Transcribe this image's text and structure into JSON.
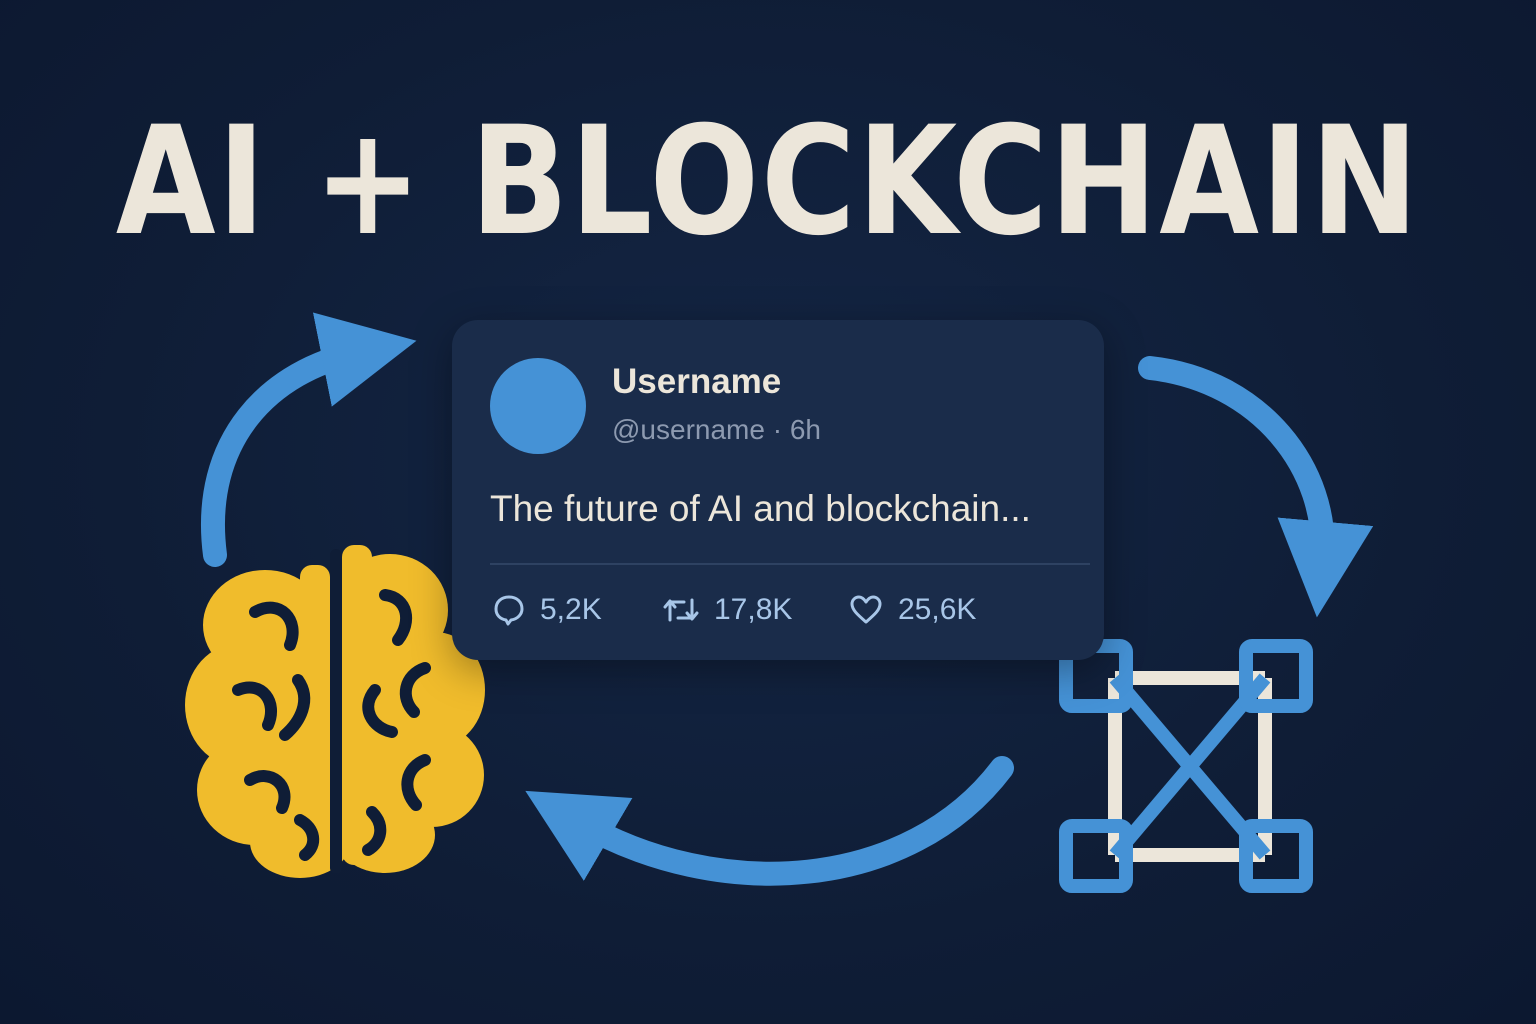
{
  "headline": "AI + BLOCKCHAIN",
  "tweet": {
    "username": "Username",
    "handle": "@username",
    "separator": " · ",
    "time": "6h",
    "text": "The future of AI and blockchain...",
    "replies": "5,2K",
    "retweets": "17,8K",
    "likes": "25,6K"
  },
  "icons": {
    "ai": "brain-icon",
    "blockchain": "network-nodes-icon",
    "reply": "speech-bubble-icon",
    "retweet": "retweet-icon",
    "like": "heart-icon",
    "cycle": "circular-arrow-icon"
  },
  "colors": {
    "background": "#0f1d36",
    "card": "#1a2c4a",
    "accent_blue": "#4592d6",
    "brain_yellow": "#f0bc2c",
    "text_light": "#ece6da",
    "text_muted": "#8d9ab0"
  }
}
